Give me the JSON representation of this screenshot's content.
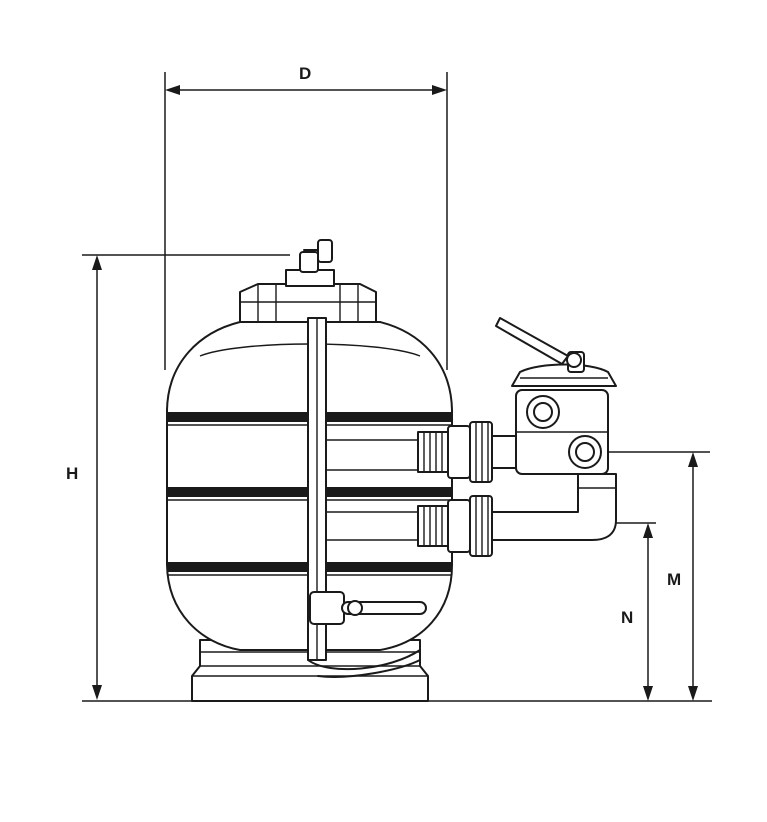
{
  "labels": {
    "d": "D",
    "h": "H",
    "m": "M",
    "n": "N"
  },
  "colors": {
    "line": "#1a1a1a",
    "background": "#ffffff"
  }
}
